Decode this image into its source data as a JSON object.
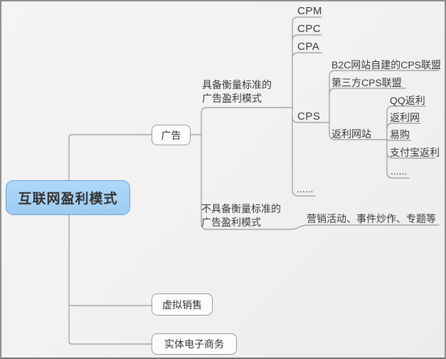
{
  "root": {
    "label": "互联网盈利模式"
  },
  "level1": {
    "ad": {
      "label": "广告"
    },
    "virtual_sales": {
      "label": "虚拟销售"
    },
    "physical_ecommerce": {
      "label": "实体电子商务"
    }
  },
  "ad_children": {
    "measurable": {
      "line1": "具备衡量标准的",
      "line2": "广告盈利模式"
    },
    "non_measurable": {
      "line1": "不具备衡量标准的",
      "line2": "广告盈利模式"
    }
  },
  "measurable_children": [
    {
      "label": "CPM"
    },
    {
      "label": "CPC"
    },
    {
      "label": "CPA"
    },
    {
      "label": "CPS"
    },
    {
      "label": "......"
    }
  ],
  "cps_children": [
    {
      "label": "B2C网站自建的CPS联盟"
    },
    {
      "label": "第三方CPS联盟"
    },
    {
      "label": "返利网站"
    }
  ],
  "rebate_children": [
    {
      "label": "QQ返利"
    },
    {
      "label": "返利网"
    },
    {
      "label": "易购"
    },
    {
      "label": "支付宝返利"
    },
    {
      "label": "......"
    }
  ],
  "non_measurable_children": [
    {
      "label": "营销活动、事件炒作、专题等"
    }
  ],
  "colors": {
    "background": "#f2f2f2",
    "root_fill": "#a4d1f4",
    "root_border": "#6b9fd2",
    "box_fill": "#fcfcfc",
    "box_border": "#9a9a9a",
    "line": "#97999c",
    "text": "#333333"
  }
}
